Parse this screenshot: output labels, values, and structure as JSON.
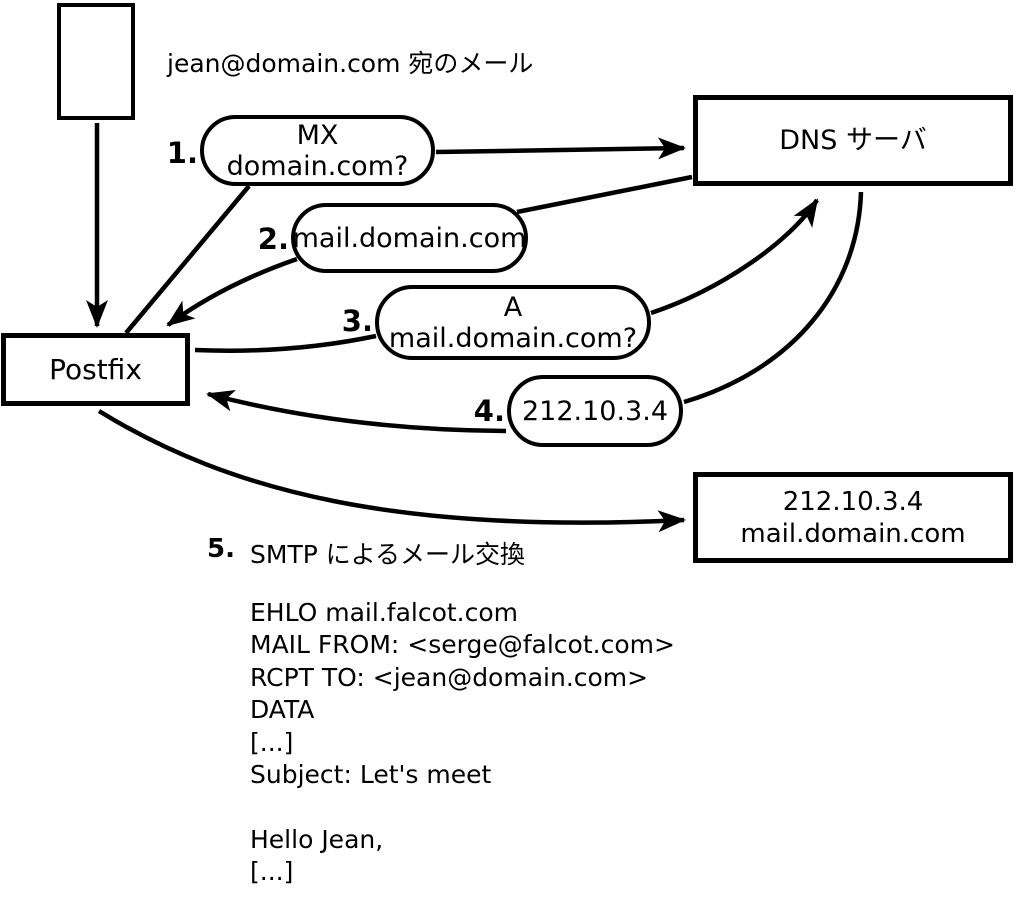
{
  "diagram": {
    "title_note": "jean@domain.com 宛のメール",
    "nodes": {
      "postfix": "Postfix",
      "dns_server": "DNS サーバ",
      "target_ip": "212.10.3.4",
      "target_host": "mail.domain.com"
    },
    "steps": [
      {
        "num": "1.",
        "label": "MX domain.com?"
      },
      {
        "num": "2.",
        "label": "mail.domain.com"
      },
      {
        "num": "3.",
        "label": "A mail.domain.com?"
      },
      {
        "num": "4.",
        "label": "212.10.3.4"
      }
    ],
    "step5": {
      "num": "5.",
      "label": "SMTP によるメール交換"
    },
    "smtp_session": [
      "EHLO mail.falcot.com",
      "MAIL FROM: <serge@falcot.com>",
      "RCPT TO: <jean@domain.com>",
      "DATA",
      "[...]",
      "Subject: Let's meet",
      "",
      "Hello Jean,",
      "[...]",
      "",
      "."
    ]
  },
  "colors": {
    "stroke": "#000000",
    "background": "#ffffff"
  }
}
